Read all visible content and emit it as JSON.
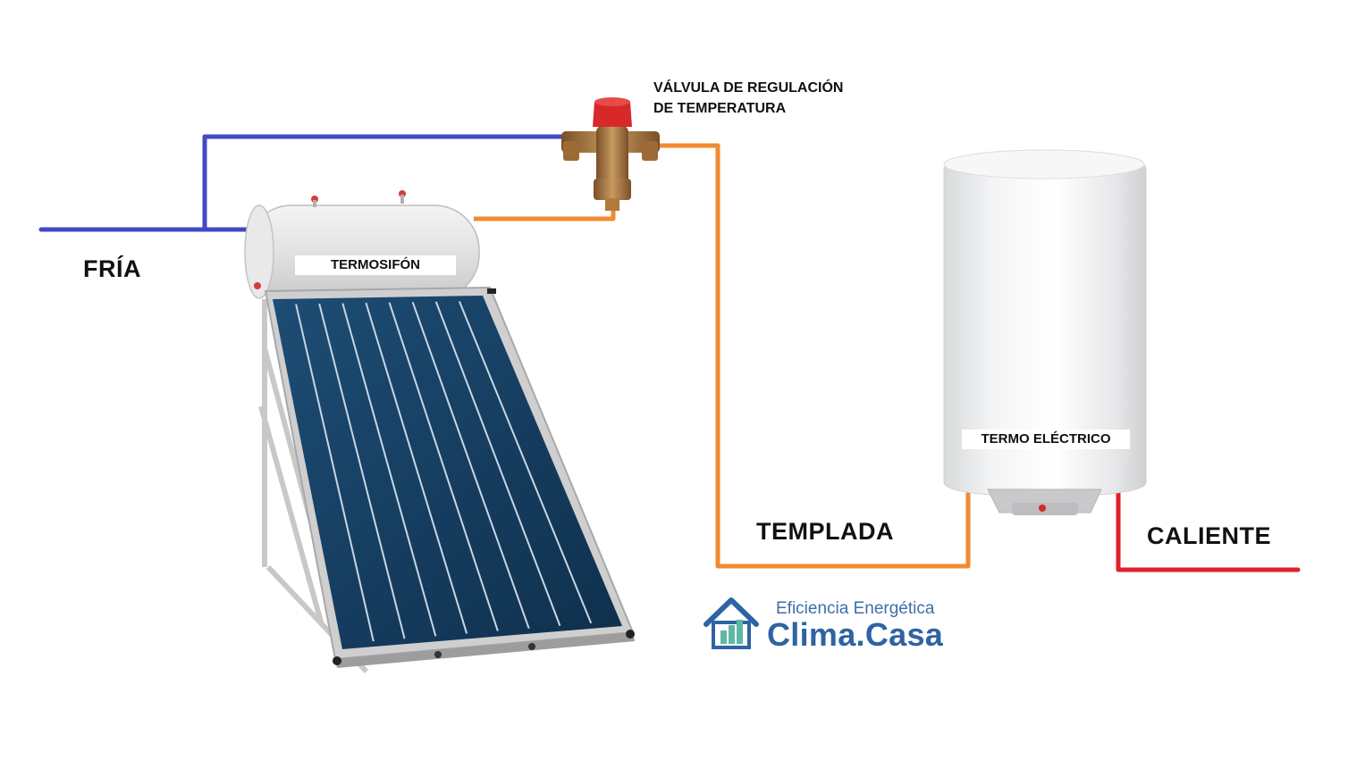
{
  "labels": {
    "cold": "FRÍA",
    "warm": "TEMPLADA",
    "hot": "CALIENTE",
    "valve_line1": "VÁLVULA DE REGULACIÓN",
    "valve_line2": "DE TEMPERATURA",
    "thermosiphon": "TERMOSIFÓN",
    "electric_heater": "TERMO ELÉCTRICO"
  },
  "brand": {
    "tagline": "Eficiencia Energética",
    "name": "Clima.Casa",
    "icon": "house-chart-icon"
  },
  "colors": {
    "cold_pipe": "#4149c4",
    "warm_pipe": "#f28a30",
    "hot_pipe": "#e0202a",
    "brand": "#2f63a3",
    "panel": "#143a5c"
  }
}
